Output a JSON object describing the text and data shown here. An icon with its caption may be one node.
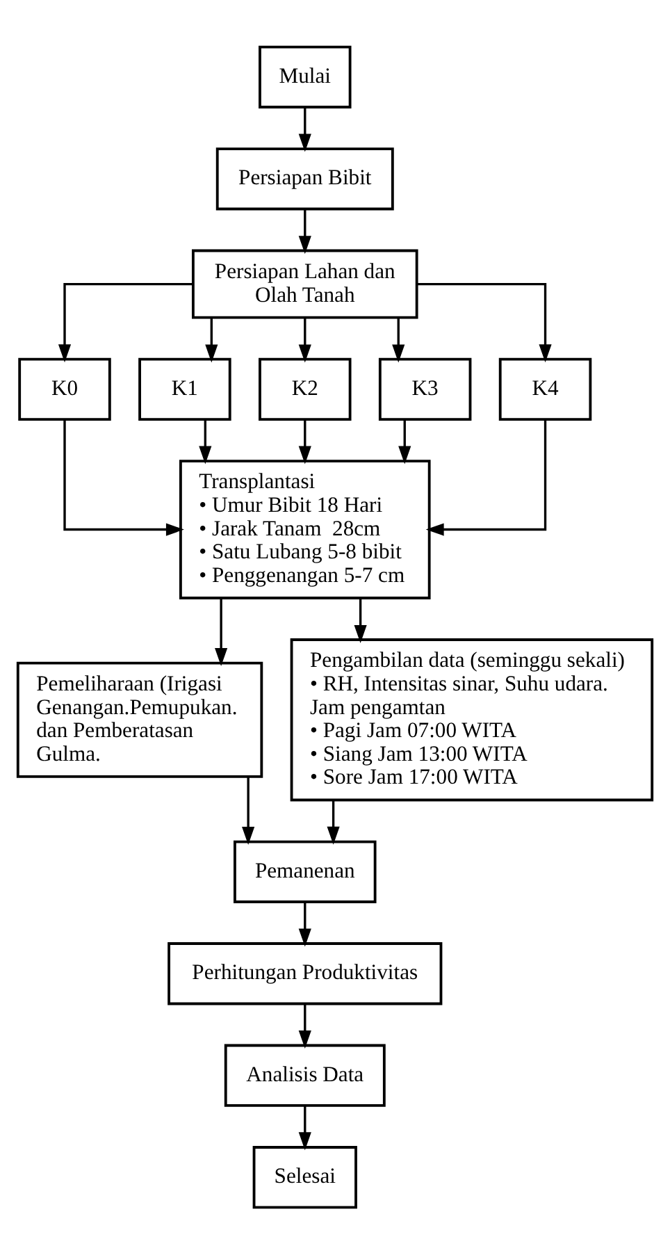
{
  "diagram": {
    "nodes": [
      {
        "text": [
          "Mulai"
        ]
      },
      {
        "text": [
          "Persiapan Bibit"
        ]
      },
      {
        "text": [
          "Persiapan Lahan dan Olah Tanah"
        ]
      },
      {
        "text": [
          "K0"
        ]
      },
      {
        "text": [
          "K1"
        ]
      },
      {
        "text": [
          "K2"
        ]
      },
      {
        "text": [
          "K3"
        ]
      },
      {
        "text": [
          "K4"
        ]
      },
      {
        "text": [
          "Transplantasi",
          "• Umur Bibit 18 Hari",
          "• Jarak Tanam  28cm",
          "• Satu Lubang 5-8 bibit",
          "• Penggenangan 5-7 cm"
        ]
      },
      {
        "text": [
          "Pemeliharaan (Irigasi Genangan.Pemupukan. dan Pemberatasan Gulma."
        ]
      },
      {
        "text": [
          "Pengambilan data (seminggu sekali)",
          "• RH, Intensitas sinar, Suhu udara.",
          "Jam pengamtan",
          "• Pagi Jam 07:00 WITA",
          "• Siang Jam 13:00 WITA",
          "• Sore Jam 17:00 WITA"
        ]
      },
      {
        "text": [
          "Pemanenan"
        ]
      },
      {
        "text": [
          "Perhitungan Produktivitas"
        ]
      },
      {
        "text": [
          "Analisis Data"
        ]
      },
      {
        "text": [
          "Selesai"
        ]
      }
    ],
    "edges": [
      {
        "from": 0,
        "to": 1,
        "arrow": "to"
      },
      {
        "from": 1,
        "to": 2,
        "arrow": "to"
      },
      {
        "from": 2,
        "to": 3,
        "arrow": "to"
      },
      {
        "from": 2,
        "to": 4,
        "arrow": "to"
      },
      {
        "from": 2,
        "to": 5,
        "arrow": "to"
      },
      {
        "from": 2,
        "to": 6,
        "arrow": "to"
      },
      {
        "from": 2,
        "to": 7,
        "arrow": "to"
      },
      {
        "from": 3,
        "to": 8,
        "arrow": "to"
      },
      {
        "from": 4,
        "to": 8,
        "arrow": "to"
      },
      {
        "from": 5,
        "to": 8,
        "arrow": "to"
      },
      {
        "from": 6,
        "to": 8,
        "arrow": "to"
      },
      {
        "from": 7,
        "to": 8,
        "arrow": "to"
      },
      {
        "from": 8,
        "to": 9,
        "arrow": "to"
      },
      {
        "from": 8,
        "to": 10,
        "arrow": "to"
      },
      {
        "from": 9,
        "to": 11,
        "arrow": "to"
      },
      {
        "from": 10,
        "to": 11,
        "arrow": "to"
      },
      {
        "from": 11,
        "to": 12,
        "arrow": "to"
      },
      {
        "from": 12,
        "to": 13,
        "arrow": "to"
      },
      {
        "from": 13,
        "to": 14,
        "arrow": "to"
      }
    ]
  }
}
